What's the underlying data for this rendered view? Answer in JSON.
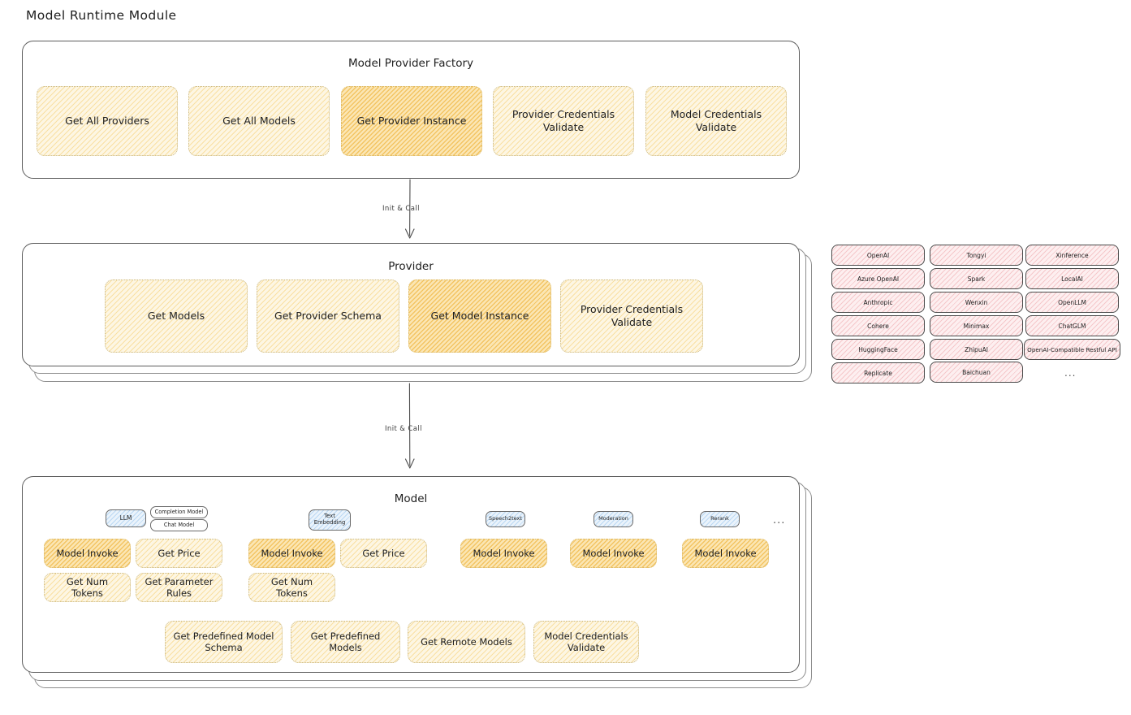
{
  "diagram": {
    "title": "Model Runtime Module",
    "colors": {
      "box_fill": "#fdf6e3",
      "box_fill_highlight": "#fbe6b4",
      "tag_fill": "#eaf3fb",
      "provider_chip_fill": "#fdeff0",
      "panel_border": "#5c5c5c",
      "text": "#1e1e1e"
    }
  },
  "factory": {
    "title": "Model Provider Factory",
    "boxes": [
      {
        "label": "Get All Providers",
        "highlight": false
      },
      {
        "label": "Get All Models",
        "highlight": false
      },
      {
        "label": "Get Provider Instance",
        "highlight": true
      },
      {
        "label": "Provider Credentials Validate",
        "highlight": false
      },
      {
        "label": "Model Credentials Validate",
        "highlight": false
      }
    ]
  },
  "arrow1": {
    "label": "Init & Call"
  },
  "provider": {
    "title": "Provider",
    "boxes": [
      {
        "label": "Get Models",
        "highlight": false
      },
      {
        "label": "Get Provider Schema",
        "highlight": false
      },
      {
        "label": "Get Model Instance",
        "highlight": true
      },
      {
        "label": "Provider Credentials Validate",
        "highlight": false
      }
    ]
  },
  "arrow2": {
    "label": "Init & Call"
  },
  "provider_list": {
    "columns": [
      {
        "items": [
          "OpenAI",
          "Azure OpenAI",
          "Anthropic",
          "Cohere",
          "HuggingFace",
          "Replicate"
        ]
      },
      {
        "items": [
          "Tongyi",
          "Spark",
          "Wenxin",
          "Minimax",
          "ZhipuAI",
          "Baichuan"
        ]
      },
      {
        "items": [
          "Xinference",
          "LocalAI",
          "OpenLLM",
          "ChatGLM",
          "OpenAI-Compatible Restful API"
        ]
      }
    ],
    "more": "..."
  },
  "model": {
    "title": "Model",
    "more": "...",
    "groups": [
      {
        "tag": "LLM",
        "subtags": [
          "Completion Model",
          "Chat Model"
        ],
        "boxes": [
          {
            "label": "Model Invoke",
            "highlight": true
          },
          {
            "label": "Get Price",
            "highlight": false
          },
          {
            "label": "Get Num Tokens",
            "highlight": false
          },
          {
            "label": "Get Parameter Rules",
            "highlight": false
          }
        ]
      },
      {
        "tag": "Text Embedding",
        "subtags": [],
        "boxes": [
          {
            "label": "Model Invoke",
            "highlight": true
          },
          {
            "label": "Get Price",
            "highlight": false
          },
          {
            "label": "Get Num Tokens",
            "highlight": false
          }
        ]
      },
      {
        "tag": "Speech2text",
        "subtags": [],
        "boxes": [
          {
            "label": "Model Invoke",
            "highlight": true
          }
        ]
      },
      {
        "tag": "Moderation",
        "subtags": [],
        "boxes": [
          {
            "label": "Model Invoke",
            "highlight": true
          }
        ]
      },
      {
        "tag": "Rerank",
        "subtags": [],
        "boxes": [
          {
            "label": "Model Invoke",
            "highlight": true
          }
        ]
      }
    ],
    "common_boxes": [
      {
        "label": "Get Predefined Model Schema"
      },
      {
        "label": "Get Predefined Models"
      },
      {
        "label": "Get Remote Models"
      },
      {
        "label": "Model Credentials Validate"
      }
    ]
  }
}
